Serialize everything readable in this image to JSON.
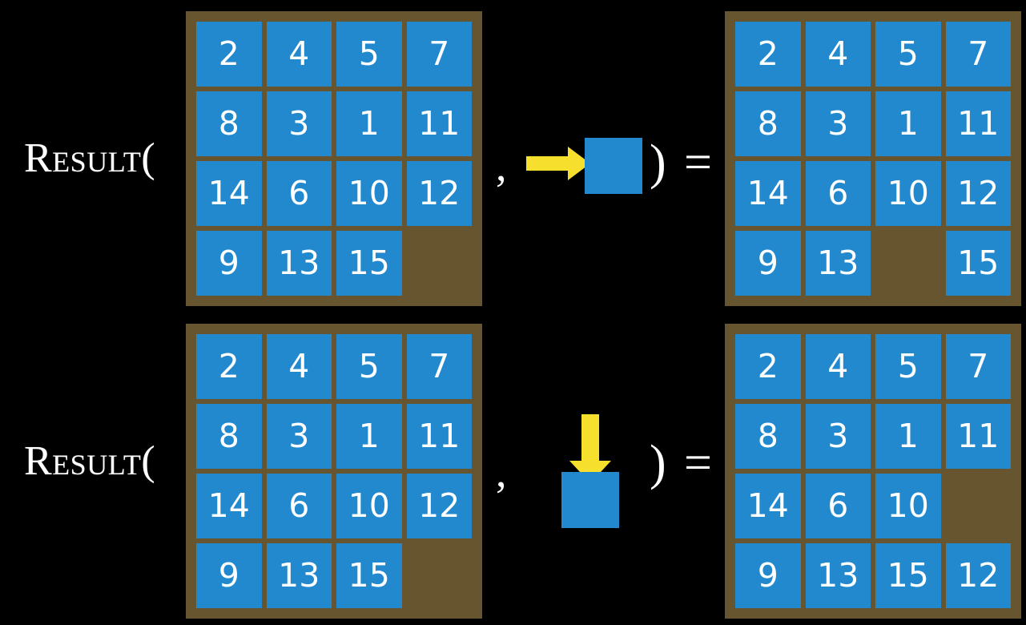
{
  "colors": {
    "background": "#000000",
    "board": "#66552F",
    "tile": "#2289CF",
    "tile_text": "#ffffff",
    "arrow": "#F7DF2D",
    "label_text": "#ffffff"
  },
  "rows": [
    {
      "id": "top",
      "label": "Result(",
      "comma": ",",
      "close_paren": ")",
      "equals": "=",
      "action": {
        "icon": "arrow-right-icon",
        "direction": "right",
        "description": "slide blank tile right"
      },
      "input_board": {
        "name": "input-board-top",
        "rows": [
          [
            "2",
            "4",
            "5",
            "7"
          ],
          [
            "8",
            "3",
            "1",
            "11"
          ],
          [
            "14",
            "6",
            "10",
            "12"
          ],
          [
            "9",
            "13",
            "15",
            ""
          ]
        ]
      },
      "output_board": {
        "name": "output-board-top",
        "rows": [
          [
            "2",
            "4",
            "5",
            "7"
          ],
          [
            "8",
            "3",
            "1",
            "11"
          ],
          [
            "14",
            "6",
            "10",
            "12"
          ],
          [
            "9",
            "13",
            "",
            "15"
          ]
        ]
      }
    },
    {
      "id": "bottom",
      "label": "Result(",
      "comma": ",",
      "close_paren": ")",
      "equals": "=",
      "action": {
        "icon": "arrow-down-icon",
        "direction": "down",
        "description": "slide blank tile down"
      },
      "input_board": {
        "name": "input-board-bottom",
        "rows": [
          [
            "2",
            "4",
            "5",
            "7"
          ],
          [
            "8",
            "3",
            "1",
            "11"
          ],
          [
            "14",
            "6",
            "10",
            "12"
          ],
          [
            "9",
            "13",
            "15",
            ""
          ]
        ]
      },
      "output_board": {
        "name": "output-board-bottom",
        "rows": [
          [
            "2",
            "4",
            "5",
            "7"
          ],
          [
            "8",
            "3",
            "1",
            "11"
          ],
          [
            "14",
            "6",
            "10",
            ""
          ],
          [
            "9",
            "13",
            "15",
            "12"
          ]
        ]
      }
    }
  ]
}
